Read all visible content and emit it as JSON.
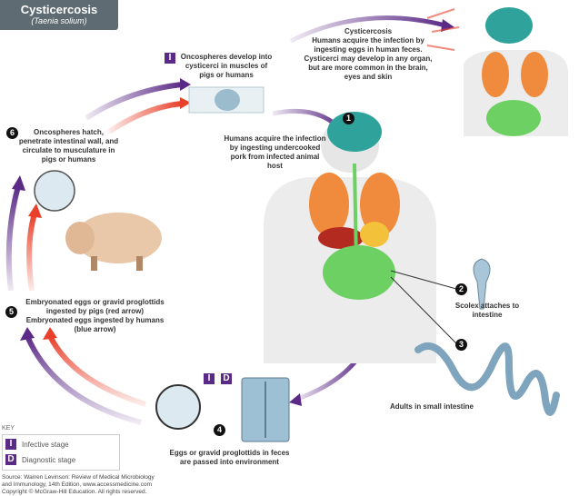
{
  "header": {
    "title": "Cysticercosis",
    "subtitle": "(Taenia solium)"
  },
  "stages": {
    "infective_badge": "I",
    "diagnostic_badge": "D",
    "step_I": "Oncospheres develop into cysticerci in muscles of pigs or humans",
    "cysticercosis": {
      "title": "Cysticercosis",
      "body": "Humans acquire the infection by ingesting eggs in human feces. Cysticerci may develop in any organ, but are more common in the brain, eyes and skin"
    },
    "step1": {
      "num": "1",
      "text": "Humans acquire the infection by ingesting undercooked pork from infected animal host"
    },
    "step2": {
      "num": "2",
      "text": "Scolex attaches to intestine"
    },
    "step3": {
      "num": "3",
      "text": "Adults in small intestine"
    },
    "step4": {
      "num": "4",
      "text": "Eggs or gravid proglottids in feces are passed into environment"
    },
    "step5": {
      "num": "5",
      "text1": "Embryonated eggs or gravid proglottids ingested by pigs (red arrow)",
      "text2": "Embryonated eggs ingested by humans (blue arrow)"
    },
    "step6": {
      "num": "6",
      "text": "Oncospheres hatch, penetrate intestinal wall, and circulate to musculature in pigs or humans"
    }
  },
  "key": {
    "title": "KEY",
    "items": [
      {
        "badge": "I",
        "label": "Infective stage"
      },
      {
        "badge": "D",
        "label": "Diagnostic stage"
      }
    ]
  },
  "source": {
    "line1": "Source: Warren Levinson: Review of Medical Microbiology",
    "line2": "and Immunology, 14th Edition, www.accessmedicine.com",
    "line3": "Copyright © McGraw-Hill Education. All rights reserved."
  },
  "colors": {
    "purple": "#5b2a86",
    "red": "#e8402a",
    "title_bg": "#5f6b72"
  }
}
